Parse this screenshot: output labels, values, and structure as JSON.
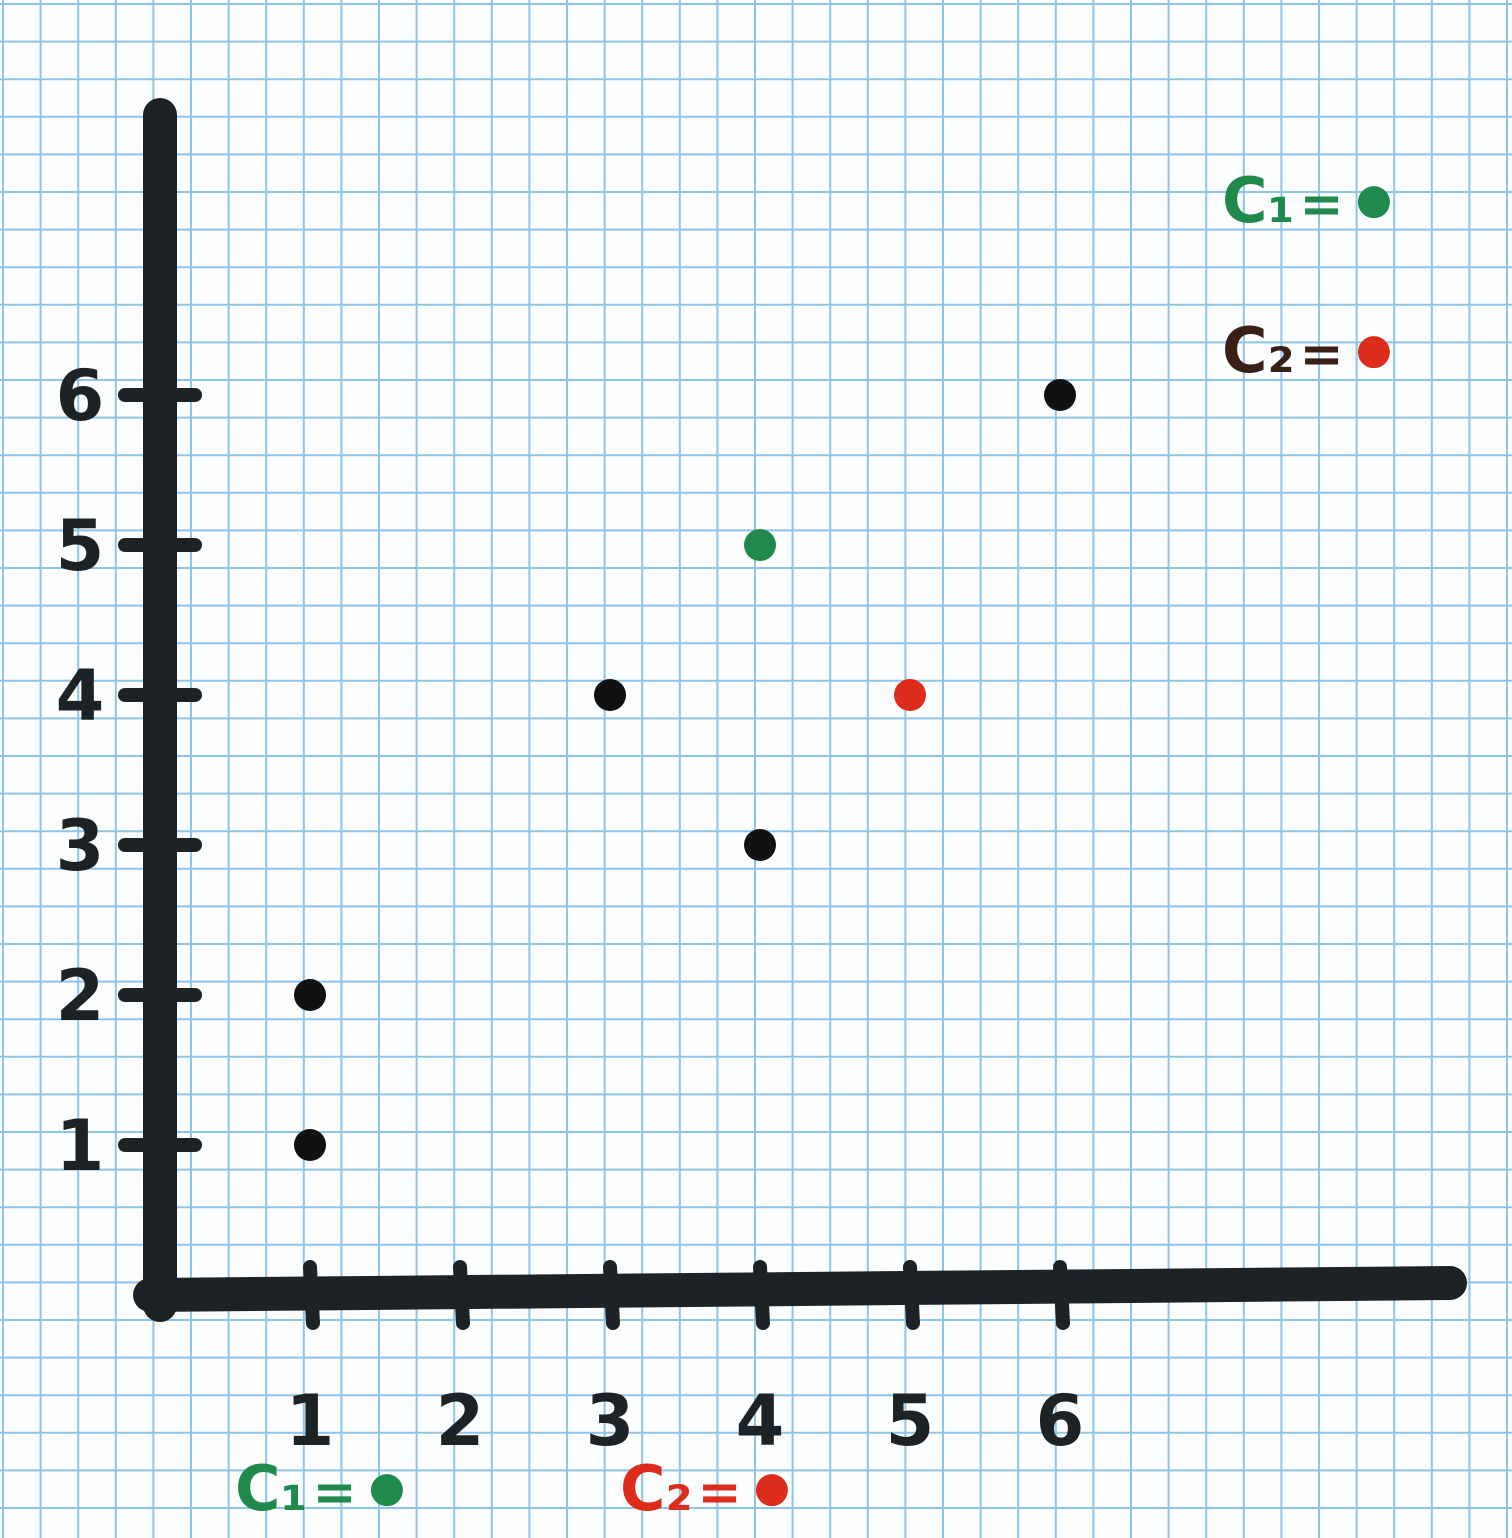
{
  "colors": {
    "paper": "#fbfdff",
    "grid": "#8fc3e8",
    "axis": "#1d2224",
    "point": "#111111",
    "c1": "#1f8a4c",
    "c2": "#dd2c1c",
    "c2_top_label": "#3a1f16"
  },
  "chart_data": {
    "type": "scatter",
    "grid": true,
    "xlim": [
      0,
      8.6
    ],
    "ylim": [
      0,
      8.0
    ],
    "x_ticks": [
      "1",
      "2",
      "3",
      "4",
      "5",
      "6"
    ],
    "y_ticks": [
      "1",
      "2",
      "3",
      "4",
      "5",
      "6"
    ],
    "points": [
      {
        "x": 1,
        "y": 1,
        "color": "point"
      },
      {
        "x": 1,
        "y": 2,
        "color": "point"
      },
      {
        "x": 3,
        "y": 4,
        "color": "point"
      },
      {
        "x": 4,
        "y": 3,
        "color": "point"
      },
      {
        "x": 6,
        "y": 6,
        "color": "point"
      },
      {
        "x": 4,
        "y": 5,
        "color": "c1"
      },
      {
        "x": 5,
        "y": 4,
        "color": "c2"
      }
    ],
    "legend_top": [
      {
        "symbol": "C₁",
        "eq": "=",
        "color": "c1"
      },
      {
        "symbol": "C₂",
        "eq": "=",
        "color": "c2",
        "text_color": "c2_top_label"
      }
    ],
    "legend_bottom": [
      {
        "symbol": "C₁",
        "eq": "=",
        "color": "c1"
      },
      {
        "symbol": "C₂",
        "eq": "=",
        "color": "c2"
      }
    ]
  }
}
